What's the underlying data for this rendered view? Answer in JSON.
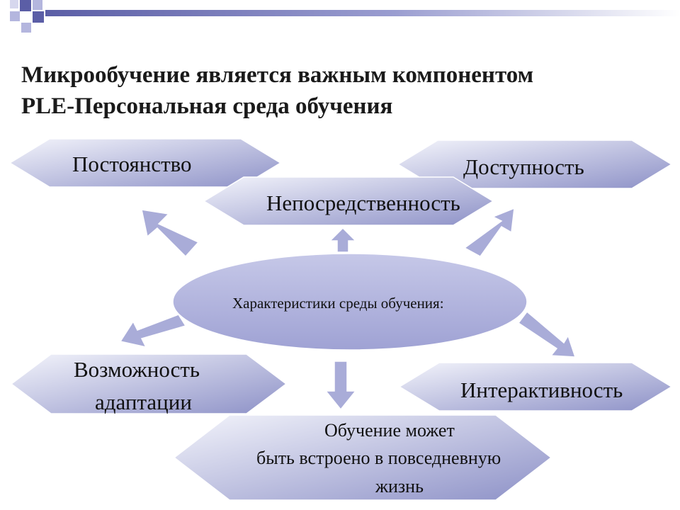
{
  "title": {
    "line1": "Микрообучение является важным компонентом",
    "line2": "PLE-Персональная среда обучения"
  },
  "center": {
    "label": "Характеристики среды обучения:"
  },
  "nodes": {
    "constancy": "Постоянство",
    "accessibility": "Доступность",
    "immediacy": "Непосредственность",
    "adaptation_line1": "Возможность",
    "adaptation_line2": "адаптации",
    "interactivity": "Интерактивность",
    "embedded_line1": "Обучение может",
    "embedded_line2": "быть встроено в повседневную",
    "embedded_line3": "жизнь"
  },
  "colors": {
    "shape_fill_light": "#eef0fa",
    "shape_fill_dark": "#8c90c6",
    "arrow_fill": "#a9acd8",
    "deco_dark": "#5b5ea6",
    "deco_light": "#b4b6de"
  }
}
